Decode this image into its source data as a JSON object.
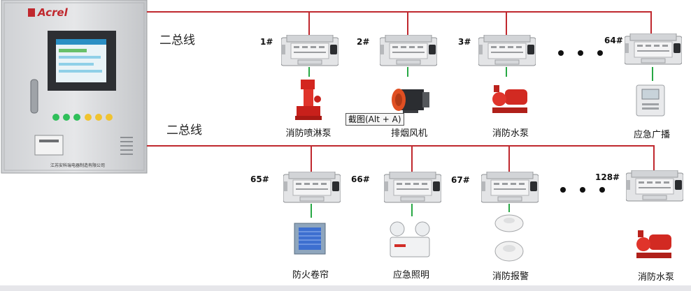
{
  "panel": {
    "brand": "Acrel",
    "maker_text": "江苏安科瑞电器制造有限公司"
  },
  "buses": [
    {
      "label": "二总线"
    },
    {
      "label": "二总线"
    }
  ],
  "modules_row1": [
    "1#",
    "2#",
    "3#",
    "64#"
  ],
  "modules_row2": [
    "65#",
    "66#",
    "67#",
    "128#"
  ],
  "devices_row1": [
    {
      "label": "消防喷淋泵",
      "icon": "sprinkler-pump"
    },
    {
      "label": "排烟风机",
      "icon": "smoke-exhaust-fan"
    },
    {
      "label": "消防水泵",
      "icon": "fire-water-pump"
    },
    {
      "label": "应急广播",
      "icon": "emergency-broadcast"
    }
  ],
  "devices_row2": [
    {
      "label": "防火卷帘",
      "icon": "fire-shutter"
    },
    {
      "label": "应急照明",
      "icon": "emergency-light"
    },
    {
      "label": "消防报警",
      "icon": "smoke-detector"
    },
    {
      "label": "消防水泵",
      "icon": "fire-water-pump"
    }
  ],
  "tooltip": "截图(Alt + A)",
  "colors": {
    "bus": "#c0282e",
    "link": "#27a844"
  }
}
